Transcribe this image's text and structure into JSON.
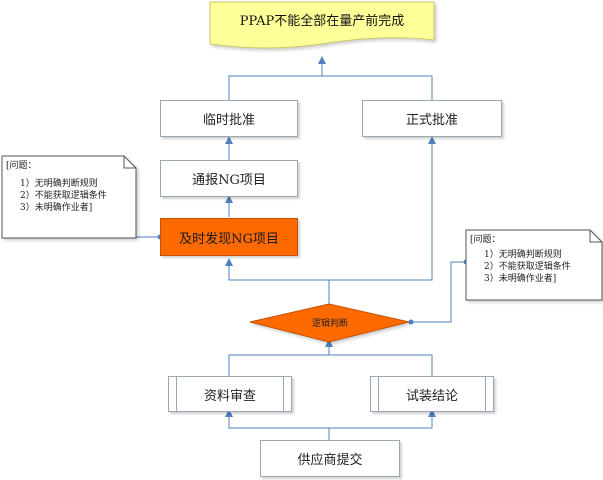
{
  "diagram": {
    "banner": "PPAP不能全部在量产前完成",
    "temp_approval": "临时批准",
    "formal_approval": "正式批准",
    "report_ng": "通报NG项目",
    "find_ng": "及时发现NG项目",
    "decision": "逻辑判断",
    "doc_review": "资料审查",
    "trial_conclusion": "试装结论",
    "supplier_submit": "供应商提交"
  },
  "colors": {
    "line": "#4f81bd",
    "banner_fill": "#ffff99",
    "highlight": "#ff6a00",
    "diamond": "#ff6a00"
  },
  "notes": {
    "left": {
      "title": "[问题：",
      "items": [
        "1）无明确判断规则",
        "2）不能获取逻辑条件",
        "3）未明确作业者]"
      ]
    },
    "right": {
      "title": "[问题：",
      "items": [
        "1）无明确判断规则",
        "2）不能获取逻辑条件",
        "3）未明确作业者]"
      ]
    }
  }
}
